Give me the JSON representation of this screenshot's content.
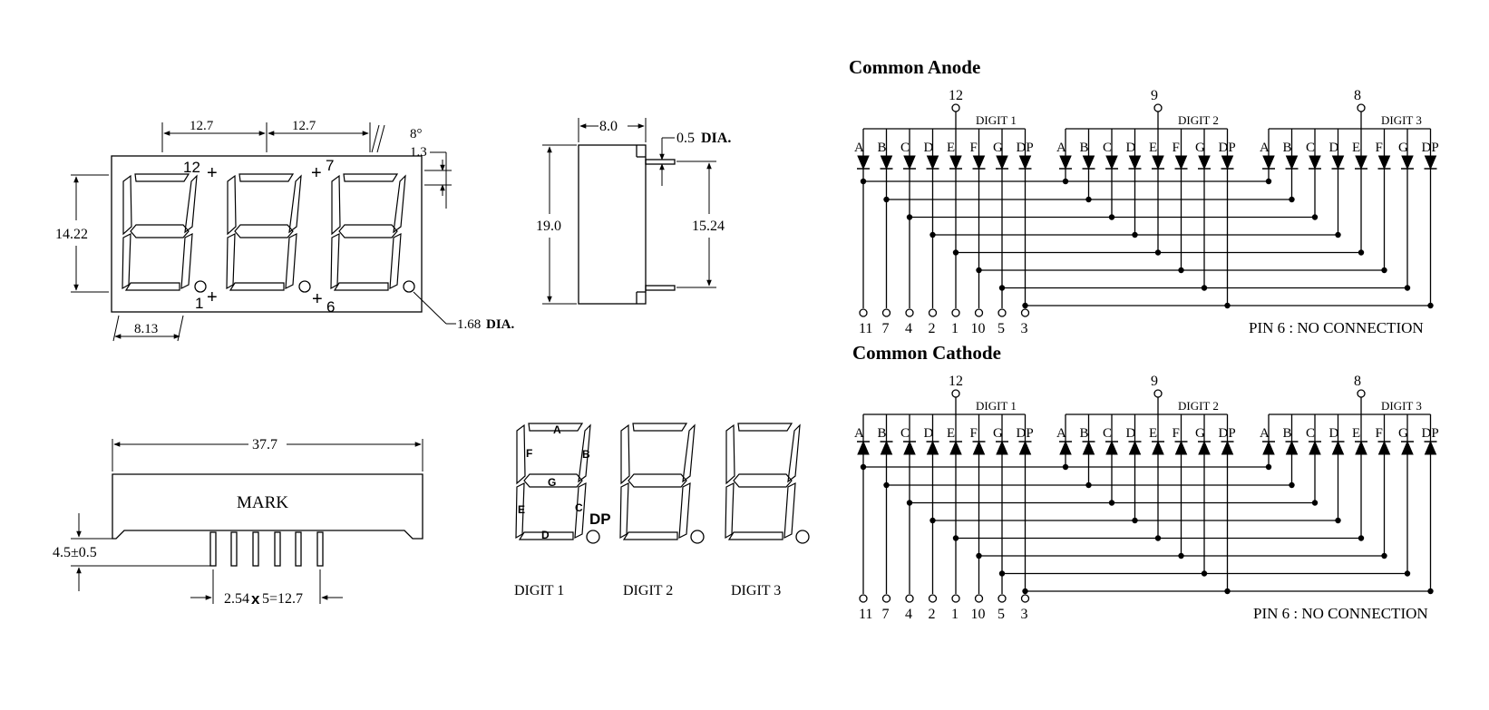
{
  "front_view": {
    "pitch_left": "12.7",
    "pitch_right": "12.7",
    "angle": "8°",
    "seg_width": "1.3",
    "height": "14.22",
    "digit_width": "8.13",
    "pin_hole_label": "1.68",
    "dia_suffix": "DIA.",
    "pin_12": "12",
    "pin_7": "7",
    "pin_1": "1",
    "pin_6": "6"
  },
  "side_view": {
    "depth": "8.0",
    "pin_dia_value": "0.5",
    "dia_suffix": "DIA.",
    "height": "19.0",
    "pin_row_spacing": "15.24"
  },
  "bottom_view": {
    "width": "37.7",
    "mark": "MARK",
    "pin_length": "4.5±0.5",
    "pin_pitch": "2.54",
    "pin_pitch_rest": "5=12.7"
  },
  "segment_view": {
    "segments": [
      "A",
      "B",
      "C",
      "D",
      "E",
      "F",
      "G",
      "DP"
    ],
    "digits": [
      "DIGIT 1",
      "DIGIT 2",
      "DIGIT 3"
    ]
  },
  "schematics": [
    {
      "title": "Common Anode",
      "digit_labels": [
        "DIGIT 1",
        "DIGIT 2",
        "DIGIT 3"
      ],
      "common_pins": [
        "12",
        "9",
        "8"
      ],
      "segment_labels": [
        "A",
        "B",
        "C",
        "D",
        "E",
        "F",
        "G",
        "DP"
      ],
      "bottom_pins": [
        "11",
        "7",
        "4",
        "2",
        "1",
        "10",
        "5",
        "3"
      ],
      "note": "PIN 6 : NO CONNECTION"
    },
    {
      "title": "Common Cathode",
      "digit_labels": [
        "DIGIT 1",
        "DIGIT 2",
        "DIGIT 3"
      ],
      "common_pins": [
        "12",
        "9",
        "8"
      ],
      "segment_labels": [
        "A",
        "B",
        "C",
        "D",
        "E",
        "F",
        "G",
        "DP"
      ],
      "bottom_pins": [
        "11",
        "7",
        "4",
        "2",
        "1",
        "10",
        "5",
        "3"
      ],
      "note": "PIN 6 : NO CONNECTION"
    }
  ]
}
